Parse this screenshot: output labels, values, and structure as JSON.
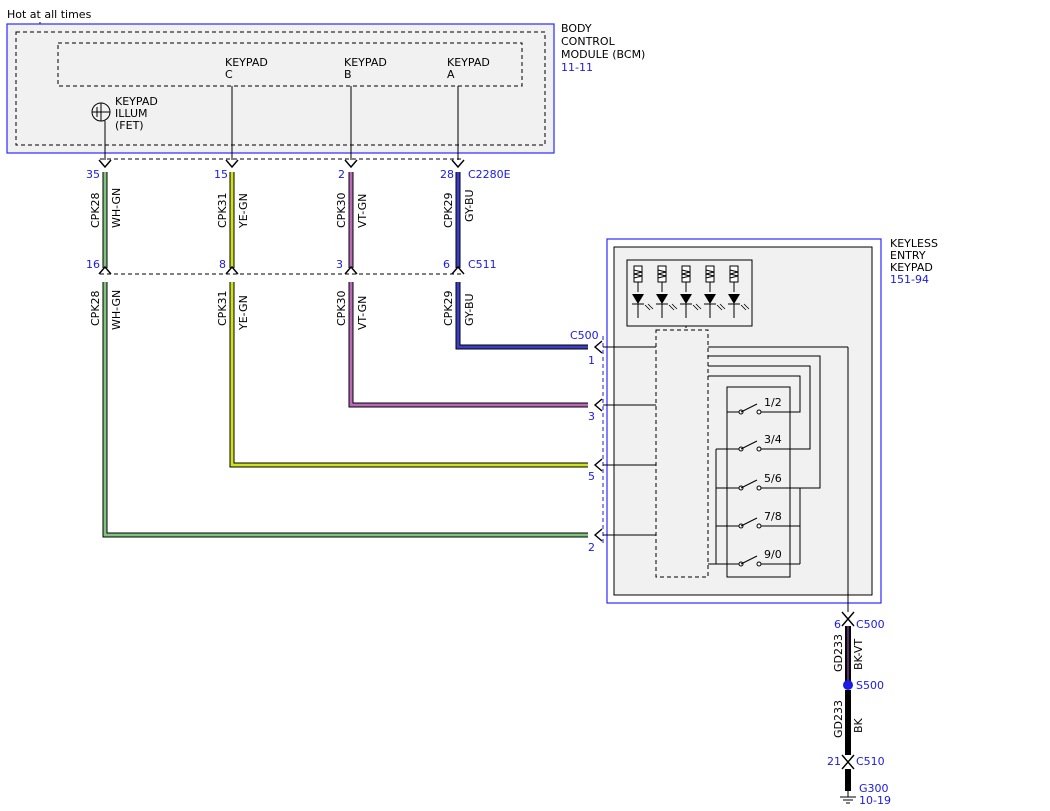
{
  "colors": {
    "ref_blue": "#1a1ae6",
    "module_border": "#2a2aff",
    "module_fill": "#f1f1f1",
    "wire_wh_gn": "#7fc47f",
    "wire_ye_gn": "#cfe21f",
    "wire_vt_gn": "#b86ab8",
    "wire_gy_bu": "#3d3dc8",
    "wire_bk_vt": "#5a2a6a",
    "wire_bk": "#000000"
  },
  "power": {
    "label": "Hot at all times"
  },
  "bcm": {
    "title_lines": [
      "BODY",
      "CONTROL",
      "MODULE (BCM)"
    ],
    "ref": "11-11",
    "fet_lines": [
      "KEYPAD",
      "ILLUM",
      "(FET)"
    ],
    "inputs": [
      {
        "top": "KEYPAD",
        "bottom": "C"
      },
      {
        "top": "KEYPAD",
        "bottom": "B"
      },
      {
        "top": "KEYPAD",
        "bottom": "A"
      }
    ]
  },
  "connectors": {
    "c2280e": {
      "name": "C2280E",
      "pins": [
        "35",
        "15",
        "2",
        "28"
      ]
    },
    "c511": {
      "name": "C511",
      "pins": [
        "16",
        "8",
        "3",
        "6"
      ]
    },
    "c500": {
      "name": "C500",
      "pins": [
        "1",
        "3",
        "5",
        "2"
      ],
      "ground_pin": "6"
    },
    "c510": {
      "name": "C510",
      "pin": "21"
    }
  },
  "wires_upper": [
    {
      "circuit": "CPK28",
      "color": "WH-GN"
    },
    {
      "circuit": "CPK31",
      "color": "YE-GN"
    },
    {
      "circuit": "CPK30",
      "color": "VT-GN"
    },
    {
      "circuit": "CPK29",
      "color": "GY-BU"
    }
  ],
  "wires_lower": [
    {
      "circuit": "CPK28",
      "color": "WH-GN"
    },
    {
      "circuit": "CPK31",
      "color": "YE-GN"
    },
    {
      "circuit": "CPK30",
      "color": "VT-GN"
    },
    {
      "circuit": "CPK29",
      "color": "GY-BU"
    }
  ],
  "keypad": {
    "title_lines": [
      "KEYLESS",
      "ENTRY",
      "KEYPAD"
    ],
    "ref": "151-94",
    "switches": [
      "1/2",
      "3/4",
      "5/6",
      "7/8",
      "9/0"
    ]
  },
  "ground": {
    "wire1": {
      "circuit": "GD233",
      "color": "BK-VT"
    },
    "splice": "S500",
    "wire2": {
      "circuit": "GD233",
      "color": "BK"
    },
    "ground_point": "G300",
    "ref": "10-19"
  }
}
